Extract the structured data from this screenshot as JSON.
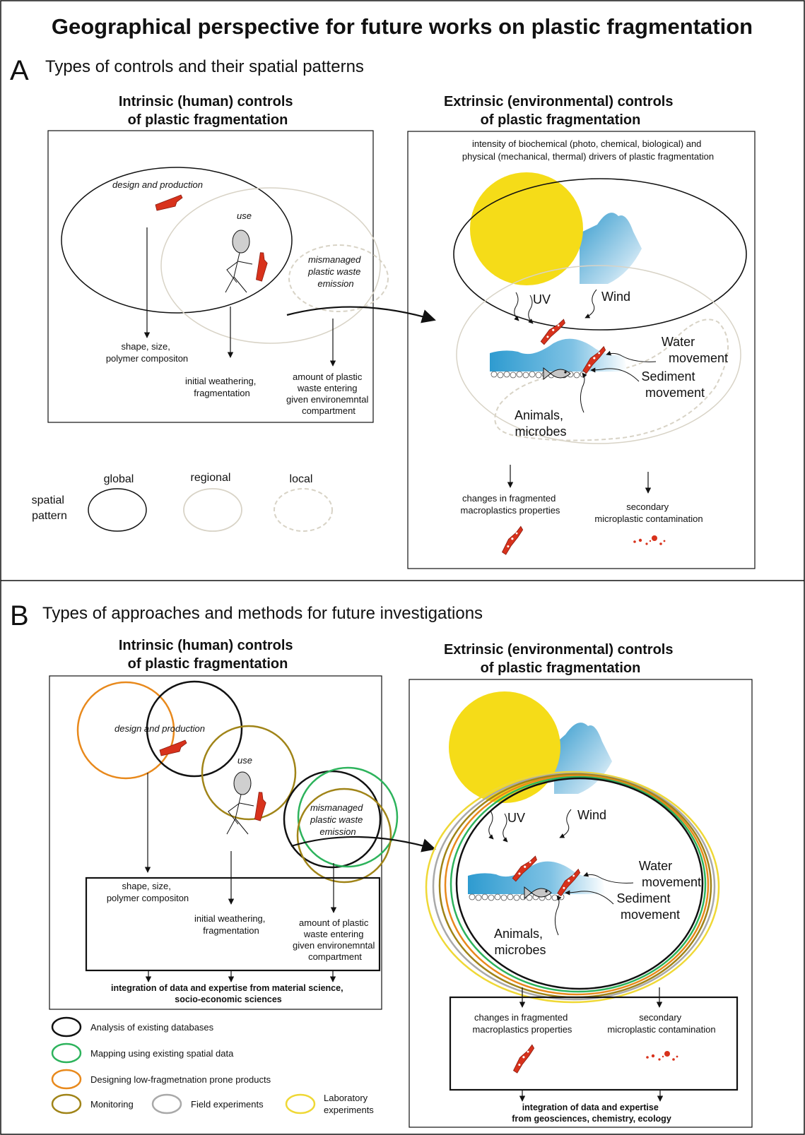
{
  "title": "Geographical perspective for future works on plastic fragmentation",
  "colors": {
    "global": "#111111",
    "regional": "#d8d3c6",
    "local": "#d8d3c6",
    "sun": "#f5dc18",
    "water": "#2e9bd0",
    "plastic": "#d8321c",
    "analysis": "#111111",
    "mapping": "#2db35c",
    "designing": "#e8891c",
    "monitoring": "#a08418",
    "field": "#a9a9a9",
    "laboratory": "#efd836"
  },
  "panel_a": {
    "letter": "A",
    "subtitle": "Types of controls and their spatial patterns",
    "intrinsic_heading": [
      "Intrinsic (human) controls",
      "of plastic fragmentation"
    ],
    "extrinsic_heading": [
      "Extrinsic (environmental) controls",
      "of plastic fragmentation"
    ],
    "design": "design and production",
    "use": "use",
    "mismanaged": [
      "mismanaged",
      "plastic waste",
      "emission"
    ],
    "shape": [
      "shape, size,",
      "polymer compositon"
    ],
    "weathering": [
      "initial weathering,",
      "fragmentation"
    ],
    "amount": [
      "amount of plastic",
      "waste entering",
      "given environemntal",
      "compartment"
    ],
    "intensity": [
      "intensity of biochemical (photo, chemical, biological) and",
      "physical (mechanical, thermal) drivers of plastic fragmentation"
    ],
    "uv": "UV",
    "wind": "Wind",
    "water_movement": [
      "Water",
      "movement"
    ],
    "sediment_movement": [
      "Sediment",
      "movement"
    ],
    "animals": [
      "Animals,",
      "microbes"
    ],
    "changes": [
      "changes in fragmented",
      "macroplastics properties"
    ],
    "secondary": [
      "secondary",
      "microplastic contamination"
    ],
    "legend": {
      "label": [
        "spatial",
        "pattern"
      ],
      "global": "global",
      "regional": "regional",
      "local": "local"
    }
  },
  "panel_b": {
    "letter": "B",
    "subtitle": "Types of approaches and methods for future investigations",
    "intrinsic_heading": [
      "Intrinsic (human) controls",
      "of plastic fragmentation"
    ],
    "extrinsic_heading": [
      "Extrinsic (environmental) controls",
      "of plastic fragmentation"
    ],
    "design": "design and production",
    "use": "use",
    "mismanaged": [
      "mismanaged",
      "plastic waste",
      "emission"
    ],
    "shape": [
      "shape, size,",
      "polymer compositon"
    ],
    "weathering": [
      "initial weathering,",
      "fragmentation"
    ],
    "amount": [
      "amount of plastic",
      "waste entering",
      "given environemntal",
      "compartment"
    ],
    "integration_left": [
      "integration of data and expertise from material science,",
      "socio-economic sciences"
    ],
    "uv": "UV",
    "wind": "Wind",
    "water_movement": [
      "Water",
      "movement"
    ],
    "sediment_movement": [
      "Sediment",
      "movement"
    ],
    "animals": [
      "Animals,",
      "microbes"
    ],
    "changes": [
      "changes in fragmented",
      "macroplastics properties"
    ],
    "secondary": [
      "secondary",
      "microplastic contamination"
    ],
    "integration_right": [
      "integration of data and expertise",
      "from geosciences, chemistry, ecology"
    ],
    "legend": {
      "analysis": "Analysis of existing databases",
      "mapping": "Mapping using existing spatial data",
      "designing": "Designing low-fragmetnation prone products",
      "monitoring": "Monitoring",
      "field": "Field experiments",
      "laboratory": [
        "Laboratory",
        "experiments"
      ]
    }
  }
}
